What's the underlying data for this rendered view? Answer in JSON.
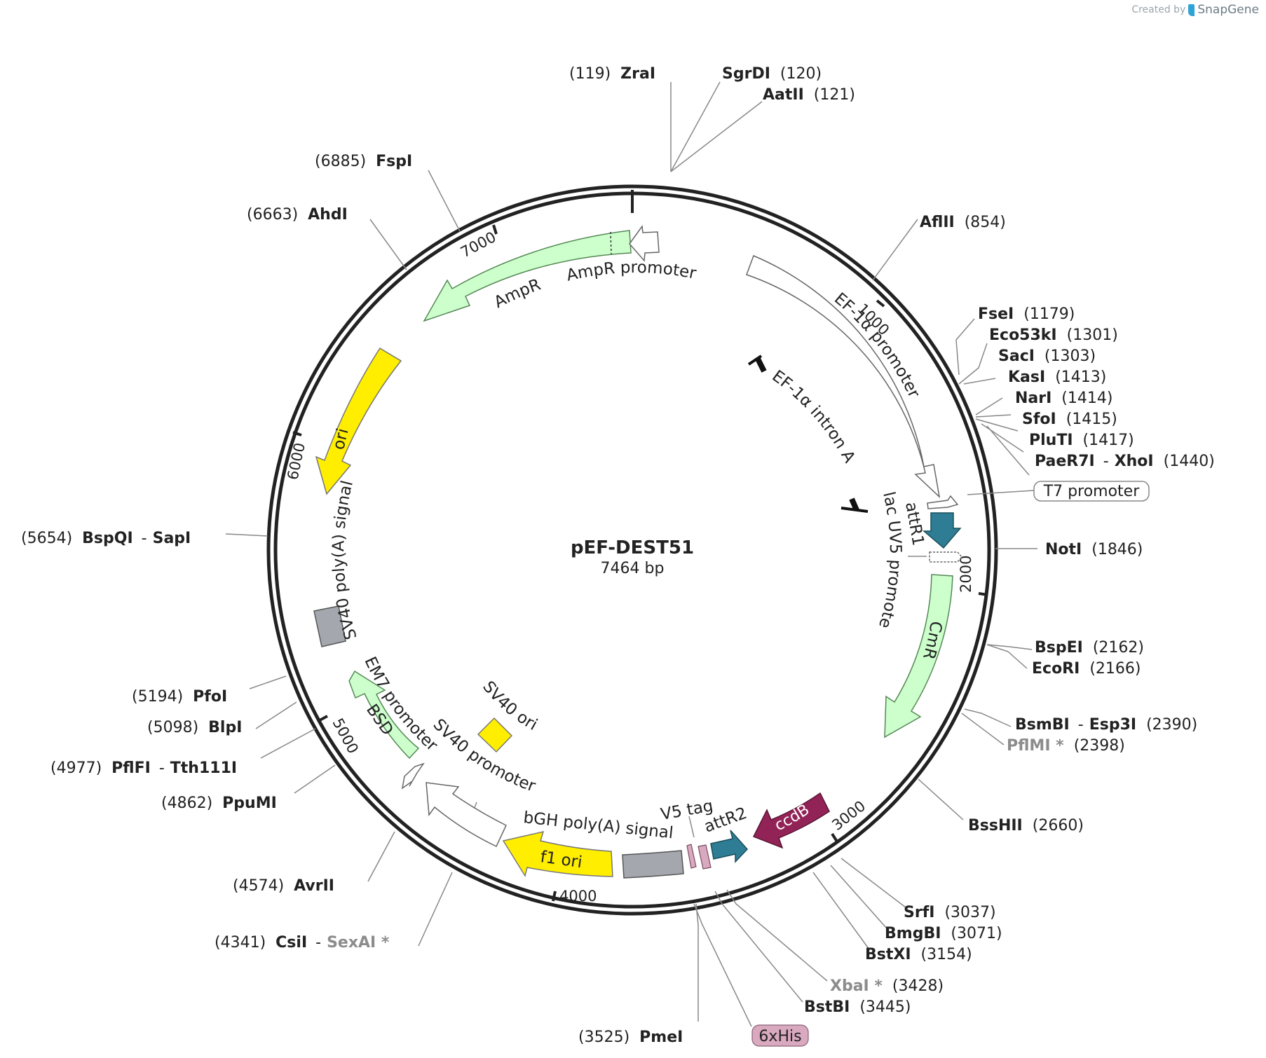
{
  "credit": {
    "created_by": "Created by",
    "brand": "SnapGene"
  },
  "plasmid": {
    "name": "pEF-DEST51",
    "size_label": "7464 bp",
    "length": 7464
  },
  "ticks": [
    "1000",
    "2000",
    "3000",
    "4000",
    "5000",
    "6000",
    "7000"
  ],
  "sites": [
    {
      "pos": "(119)",
      "name": "ZraI"
    },
    {
      "name": "SgrDI",
      "pos": "(120)"
    },
    {
      "name": "AatII",
      "pos": "(121)"
    },
    {
      "name": "AflII",
      "pos": "(854)"
    },
    {
      "name": "FseI",
      "pos": "(1179)"
    },
    {
      "name": "Eco53kI",
      "pos": "(1301)"
    },
    {
      "name": "SacI",
      "pos": "(1303)"
    },
    {
      "name": "KasI",
      "pos": "(1413)"
    },
    {
      "name": "NarI",
      "pos": "(1414)"
    },
    {
      "name": "SfoI",
      "pos": "(1415)"
    },
    {
      "name": "PluTI",
      "pos": "(1417)"
    },
    {
      "name": "PaeR7I",
      "dash": "-",
      "name2": "XhoI",
      "pos": "(1440)"
    },
    {
      "name": "NotI",
      "pos": "(1846)"
    },
    {
      "name": "BspEI",
      "pos": "(2162)"
    },
    {
      "name": "EcoRI",
      "pos": "(2166)"
    },
    {
      "name": "BsmBI",
      "dash": "-",
      "name2": "Esp3I",
      "pos": "(2390)"
    },
    {
      "name": "PflMI *",
      "pos": "(2398)",
      "gray": true
    },
    {
      "name": "BssHII",
      "pos": "(2660)"
    },
    {
      "name": "SrfI",
      "pos": "(3037)"
    },
    {
      "name": "BmgBI",
      "pos": "(3071)"
    },
    {
      "name": "BstXI",
      "pos": "(3154)"
    },
    {
      "name": "XbaI *",
      "pos": "(3428)",
      "gray": true
    },
    {
      "name": "BstBI",
      "pos": "(3445)"
    },
    {
      "pos": "(3525)",
      "name": "PmeI"
    },
    {
      "pos": "(4341)",
      "name": "CsiI",
      "dash": "-",
      "name2": "SexAI *",
      "gray2": true
    },
    {
      "pos": "(4574)",
      "name": "AvrII"
    },
    {
      "pos": "(4862)",
      "name": "PpuMI"
    },
    {
      "pos": "(4977)",
      "name": "PflFI",
      "dash": "-",
      "name2": "Tth111I"
    },
    {
      "pos": "(5098)",
      "name": "BlpI"
    },
    {
      "pos": "(5194)",
      "name": "PfoI"
    },
    {
      "pos": "(5654)",
      "name": "BspQI",
      "dash": "-",
      "name2": "SapI"
    },
    {
      "pos": "(6663)",
      "name": "AhdI"
    },
    {
      "pos": "(6885)",
      "name": "FspI"
    }
  ],
  "features": {
    "ef1a_promoter": "EF-1α promoter",
    "ef1a_intron": "EF-1α intron A",
    "t7_promoter": "T7 promoter",
    "attr1": "attR1",
    "lac_uv5": "lac UV5 promoter",
    "cmr": "CmR",
    "ccdb": "ccdB",
    "attr2": "attR2",
    "v5_tag": "V5 tag",
    "his6": "6xHis",
    "bgh": "bGH poly(A) signal",
    "f1_ori": "f1 ori",
    "sv40_promoter": "SV40 promoter",
    "sv40_ori": "SV40 ori",
    "em7": "EM7 promoter",
    "bsd": "BSD",
    "sv40_polya": "SV40 poly(A) signal",
    "ori": "ori",
    "ampr": "AmpR",
    "ampr_promoter": "AmpR promoter"
  },
  "colors": {
    "backbone": "#222222",
    "light_green": "#ccffcc",
    "yellow": "#ffee00",
    "gray": "#a4a8ae",
    "teal": "#2e7d94",
    "maroon": "#922356",
    "pink": "#d9a9bf",
    "line": "#888888",
    "gray_text": "#8c8c8c"
  }
}
